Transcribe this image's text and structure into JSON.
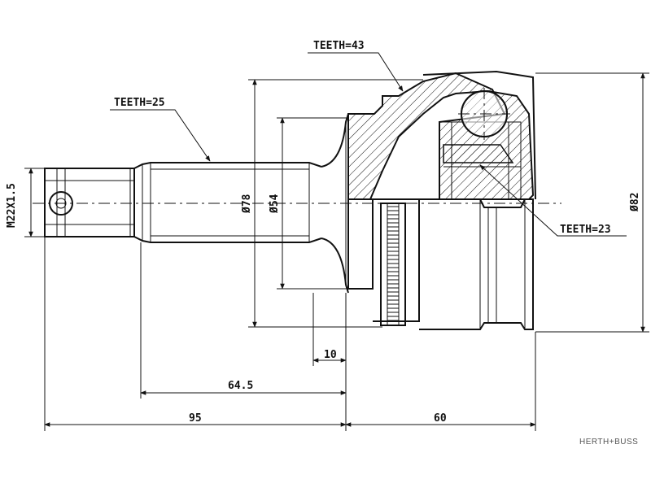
{
  "labels": {
    "teeth_outer": "TEETH=43",
    "teeth_shaft": "TEETH=25",
    "teeth_inner": "TEETH=23"
  },
  "dimensions": {
    "thread": "M22X1.5",
    "d78": "Ø78",
    "d54": "Ø54",
    "d82": "Ø82",
    "len_10": "10",
    "len_64_5": "64.5",
    "len_95": "95",
    "len_60": "60"
  },
  "watermark": "HERTH+BUSS",
  "colors": {
    "line": "#111111",
    "background": "#ffffff"
  }
}
